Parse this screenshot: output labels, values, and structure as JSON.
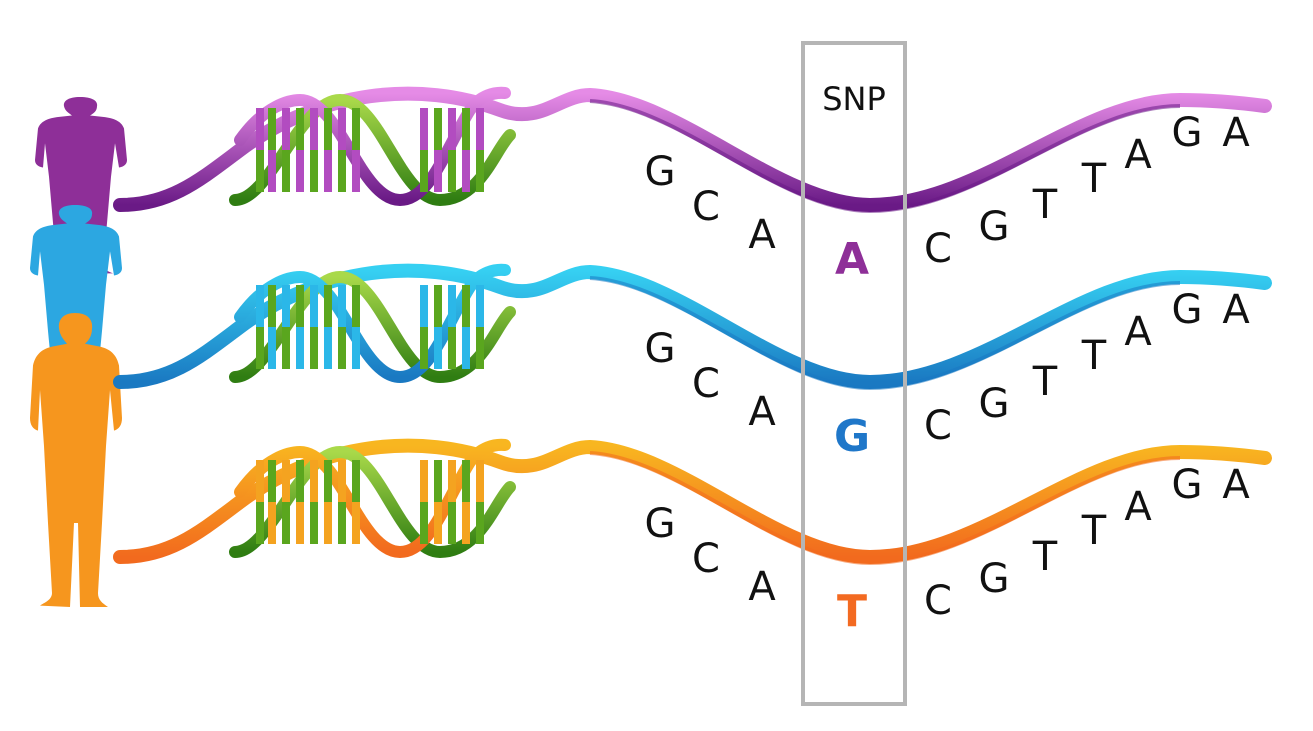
{
  "snp": {
    "label": "SNP",
    "box_color": "#b5b5b5"
  },
  "sequence": {
    "before": [
      "G",
      "C",
      "A"
    ],
    "after": [
      "C",
      "G",
      "T",
      "T",
      "A",
      "G",
      "A"
    ]
  },
  "individuals": [
    {
      "id": "purple",
      "snp_base": "A",
      "base_color": "#8e2f98",
      "person_color": "#8e2f98",
      "strand_light": "#e58be6",
      "strand_dark": "#6a1a86",
      "rung_color": "#b24cc0",
      "icons": [
        "person-silhouette",
        "dna-helix"
      ]
    },
    {
      "id": "blue",
      "snp_base": "G",
      "base_color": "#1f77c9",
      "person_color": "#2ca7e1",
      "strand_light": "#36d0f2",
      "strand_dark": "#1a79c2",
      "rung_color": "#2bb7e8",
      "icons": [
        "person-silhouette",
        "dna-helix"
      ]
    },
    {
      "id": "orange",
      "snp_base": "T",
      "base_color": "#f36a21",
      "person_color": "#f6961e",
      "strand_light": "#f8b620",
      "strand_dark": "#f26a1e",
      "rung_color": "#f4a320",
      "icons": [
        "person-silhouette",
        "dna-helix"
      ]
    }
  ],
  "helix_green": "#5aa61e",
  "helix_green_dark": "#2f7d12"
}
